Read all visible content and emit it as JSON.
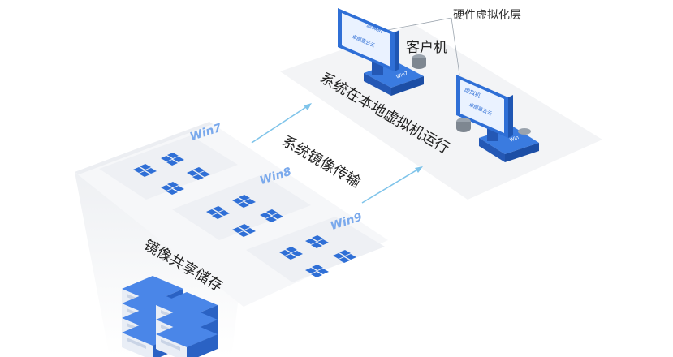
{
  "labels": {
    "hardware_layer": "硬件虚拟化层",
    "client": "客户机",
    "local_vm_run": "系统在本地虚拟机运行",
    "image_transfer": "系统镜像传输",
    "shared_storage": "镜像共享储存"
  },
  "os_tiles": [
    {
      "name": "Win7"
    },
    {
      "name": "Win8"
    },
    {
      "name": "Win9"
    }
  ],
  "monitors": [
    {
      "screen_title": "虚拟机",
      "screen_brand": "卓朗嘉云云",
      "stand_tag": "Win7"
    },
    {
      "screen_title": "虚拟机",
      "screen_brand": "卓朗嘉云云",
      "stand_tag": "Win7"
    }
  ],
  "colors": {
    "accent": "#2f6fd6",
    "accent_dark": "#1f56b3",
    "tile_text": "#7aa9ec",
    "platform": "#f2f3f5",
    "arrow": "#7fc4ea"
  }
}
